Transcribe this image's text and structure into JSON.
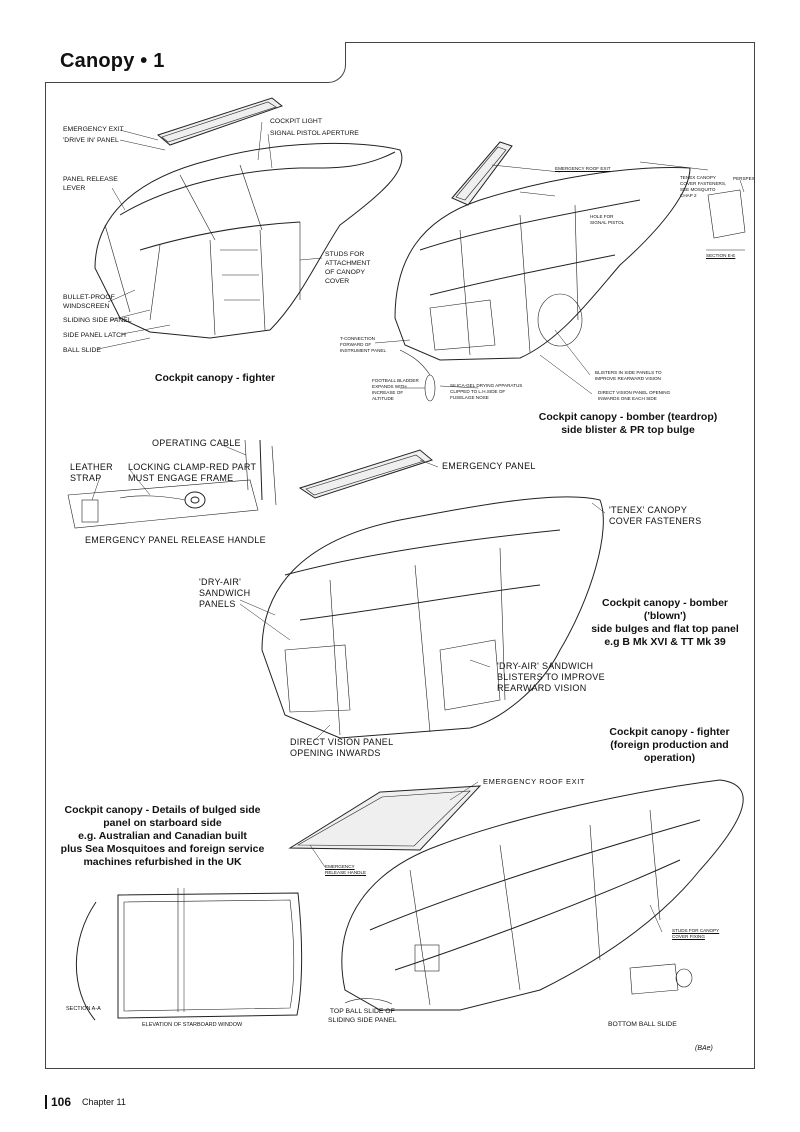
{
  "page": {
    "title": "Canopy • 1",
    "page_number": "106",
    "chapter": "Chapter 11",
    "credit": "(BAe)"
  },
  "captions": {
    "fighter": "Cockpit canopy - fighter",
    "bomber_teardrop": "Cockpit canopy - bomber (teardrop)\nside blister & PR top bulge",
    "bomber_blown": "Cockpit canopy - bomber ('blown')\nside bulges and flat top panel\ne.g B Mk XVI & TT Mk 39",
    "fighter_foreign": "Cockpit canopy - fighter\n(foreign production and operation)",
    "bulged_side": "Cockpit canopy - Details of bulged side\npanel on starboard side\ne.g. Australian and Canadian built\nplus Sea Mosquitoes and foreign service\nmachines refurbished in the UK"
  },
  "fighter_labels": {
    "emergency_exit": "Emergency exit",
    "drive_in": "'Drive in' panel",
    "panel_release": "Panel release\nlever",
    "bullet_proof": "Bullet-proof\nwindscreen",
    "sliding_side": "Sliding side panel",
    "side_latch": "Side panel latch",
    "ball_slide": "Ball slide",
    "cockpit_light": "Cockpit light",
    "signal_pistol": "Signal pistol aperture",
    "studs": "Studs for\nattachment\nof canopy\ncover"
  },
  "teardrop_labels": {
    "emergency_roof_exit": "Emergency roof exit",
    "tenex": "Tenex canopy\ncover fasteners,\nsee Mosquito\nchap 2",
    "perspex": "Perspex",
    "hole_signal": "Hole for\nsignal pistol",
    "section_ee": "Section E-E",
    "t_connection": "T-connection\nforward of\ninstrument panel",
    "blisters": "Blisters in side panels to\nimprove rearward vision",
    "football": "Football bladder\nexpands with\nincrease of\naltitude",
    "silica": "Silica-gel drying apparatus\nclipped to L.H.side of\nfuselage nose",
    "direct_vision": "Direct vision panel opening\ninwards one each side"
  },
  "blown_labels": {
    "operating_cable": "Operating cable",
    "leather_strap": "Leather\nstrap",
    "locking_clamp": "Locking clamp-red part\nmust engage frame",
    "release_handle": "Emergency panel release handle",
    "emergency_panel": "Emergency panel",
    "tenex": "'Tenex' canopy\ncover fasteners",
    "dry_air": "'Dry-air'\nsandwich\npanels",
    "dry_air_blisters": "'Dry-air' sandwich\nblisters to improve\nrearward vision",
    "direct_vision": "Direct vision panel\nopening inwards"
  },
  "foreign_labels": {
    "emergency_roof_exit": "Emergency roof exit",
    "emergency_release": "Emergency\nrelease handle",
    "studs_cover": "Studs for canopy\ncover fixing",
    "top_ball_slide": "Top ball slide of\nsliding side panel",
    "bottom_ball_slide": "Bottom ball slide"
  },
  "window_labels": {
    "section_aa": "Section A-A",
    "elevation": "Elevation of starboard window"
  }
}
